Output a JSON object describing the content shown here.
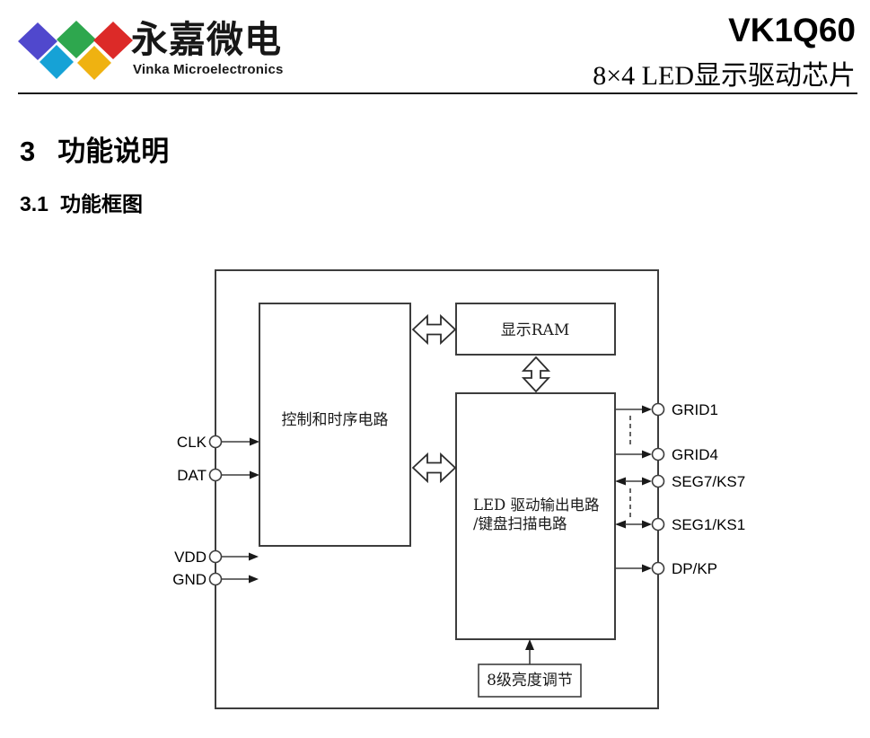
{
  "header": {
    "brand_cn": "永嘉微电",
    "brand_en": "Vinka Microelectronics",
    "part_number": "VK1Q60",
    "subtitle": "8×4  LED显示驱动芯片",
    "logo_colors": {
      "blue": "#5048cd",
      "green": "#2ea74e",
      "red": "#dc2a28",
      "cyan": "#16a2d6",
      "yellow": "#efb211"
    }
  },
  "headings": {
    "section_number": "3",
    "section_title": "功能说明",
    "subsection_number": "3.1",
    "subsection_title": "功能框图"
  },
  "diagram": {
    "line_color": "#3d3d3d",
    "control_block": "控制和时序电路",
    "ram_block": "显示RAM",
    "led_block_line1": "LED 驱动输出电路",
    "led_block_line2": "/键盘扫描电路",
    "brightness_block": "8级亮度调节",
    "pins_left": [
      {
        "label": "CLK"
      },
      {
        "label": "DAT"
      },
      {
        "label": "VDD"
      },
      {
        "label": "GND"
      }
    ],
    "pins_right": [
      {
        "label": "GRID1"
      },
      {
        "label": "GRID4"
      },
      {
        "label": "SEG7/KS7"
      },
      {
        "label": "SEG1/KS1"
      },
      {
        "label": "DP/KP"
      }
    ]
  }
}
